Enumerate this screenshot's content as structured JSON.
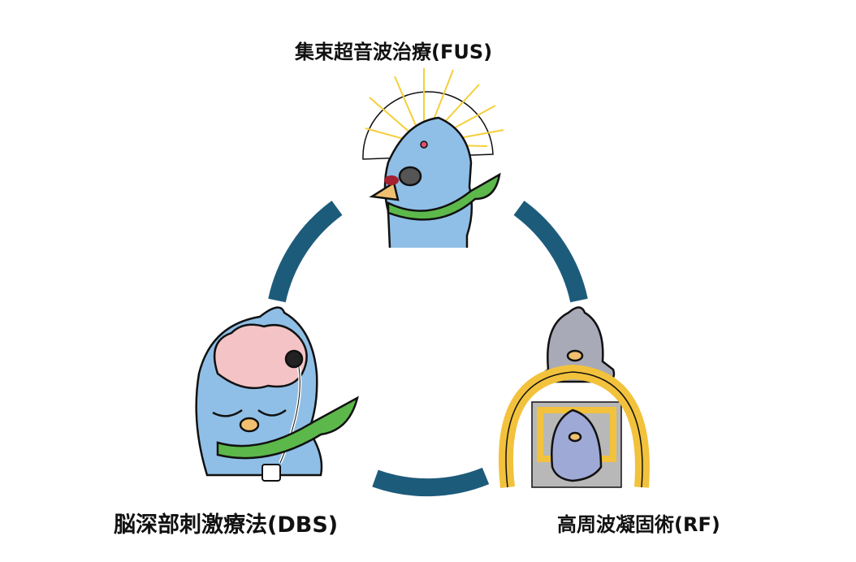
{
  "labels": {
    "fus": "集束超音波治療(FUS)",
    "dbs": "脳深部刺激療法(DBS)",
    "rf": "高周波凝固術(RF)"
  },
  "colors": {
    "cycle_ring": "#1d5b7b",
    "bird_body": "#8fbfe6",
    "scarf": "#5cb84a",
    "brain": "#f4c3c6",
    "frame": "#f2c23c",
    "rays": "#f4cf3a"
  }
}
